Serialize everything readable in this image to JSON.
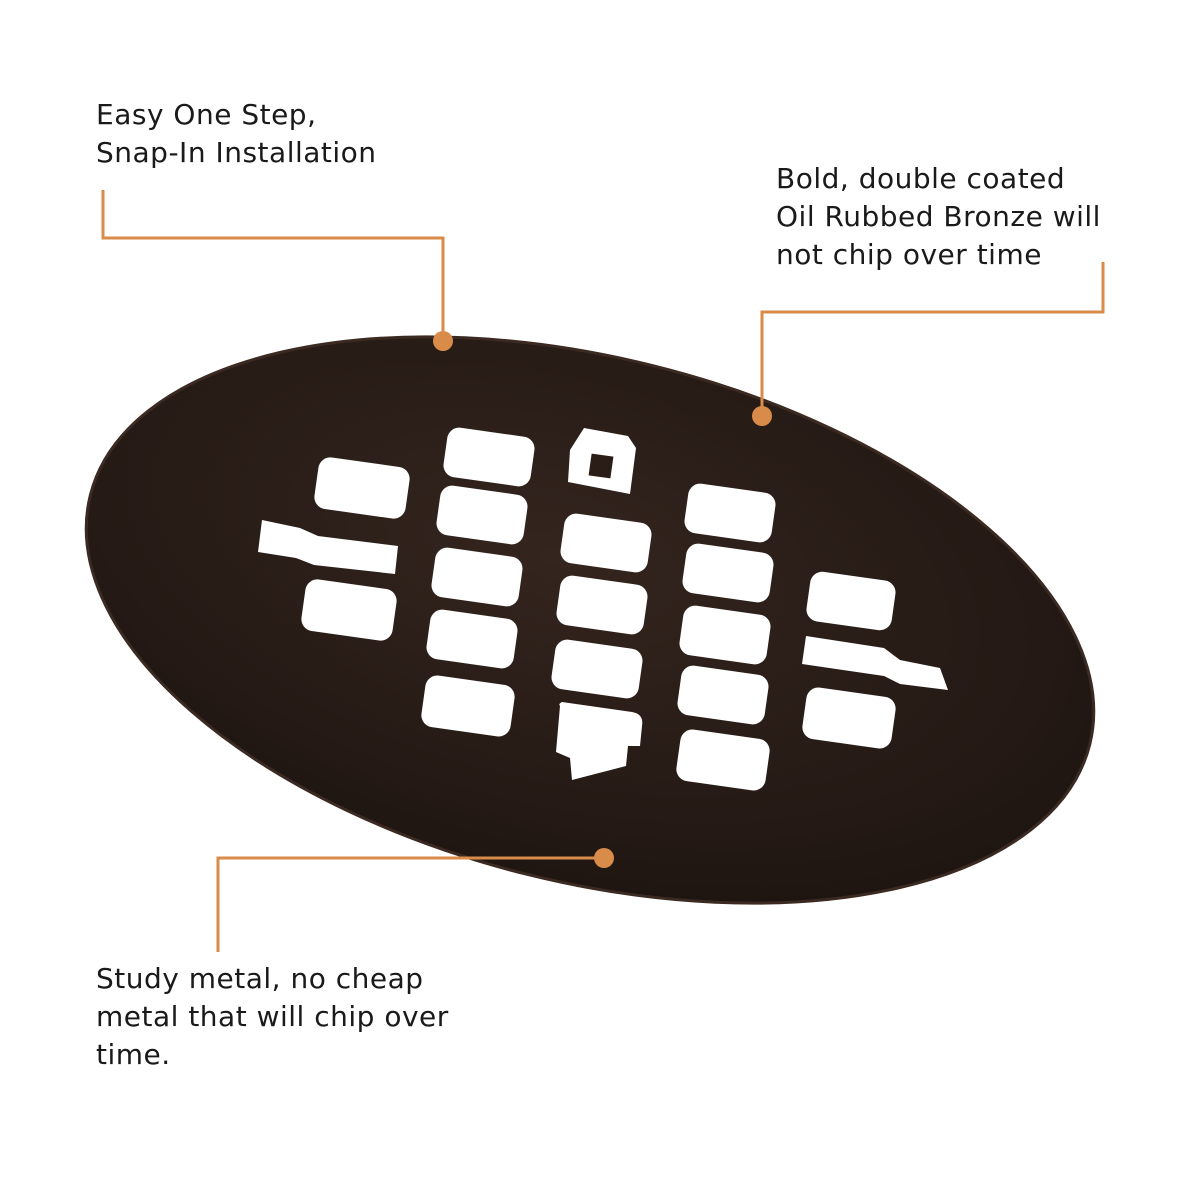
{
  "callouts": {
    "install": {
      "lines": [
        "Easy One Step,",
        "Snap-In Installation"
      ]
    },
    "finish": {
      "lines": [
        "Bold, double coated",
        "Oil Rubbed Bronze will",
        "not chip over time"
      ]
    },
    "metal": {
      "lines": [
        "Study metal, no cheap",
        "metal that will chip over",
        "time."
      ]
    }
  },
  "colors": {
    "leader": "#d98c4a",
    "plate": "#2a1d17",
    "plate_edge": "#3b2a22",
    "hole": "#ffffff"
  },
  "product": {
    "shape": "oval-drain-cover",
    "grate": "square-holes",
    "finish": "oil-rubbed-bronze"
  }
}
